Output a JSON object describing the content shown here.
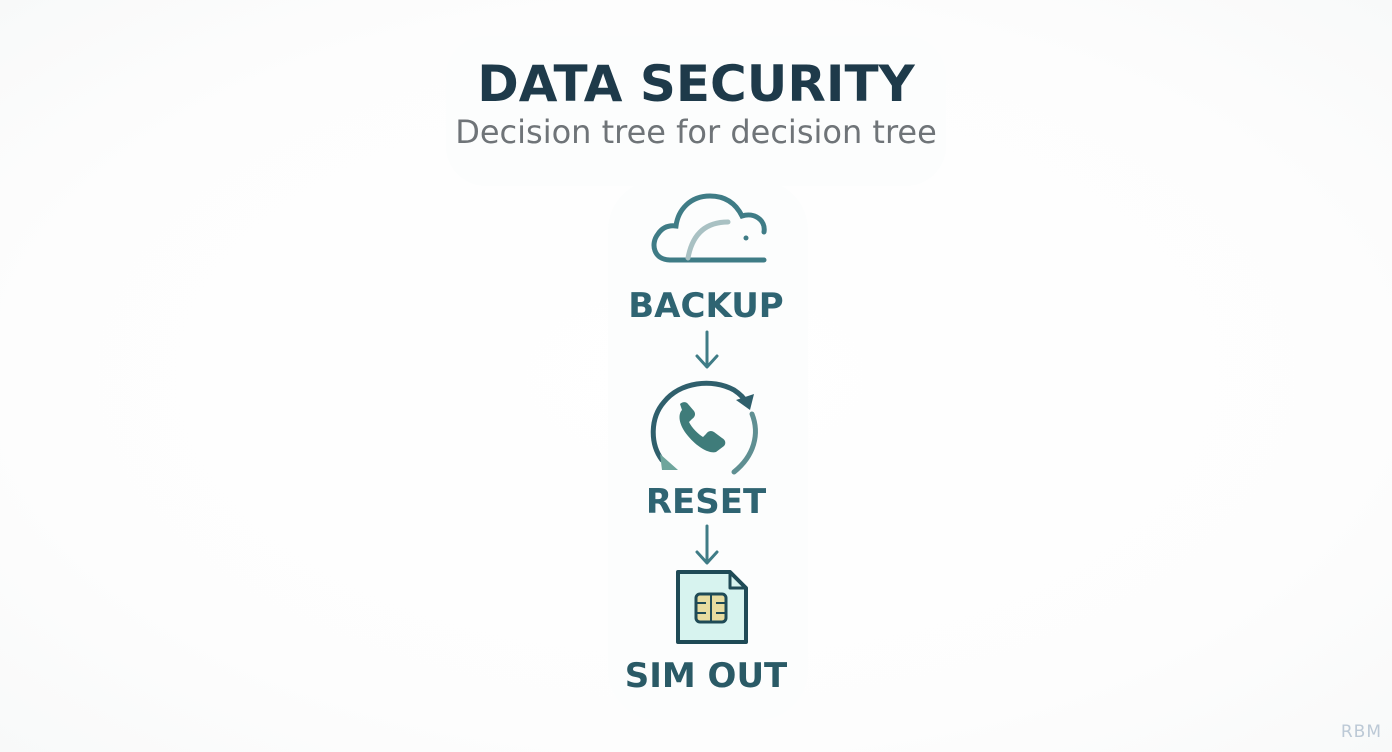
{
  "header": {
    "title": "DATA SECURITY",
    "subtitle": "Decision tree for decision tree"
  },
  "steps": [
    {
      "label": "BACKUP",
      "icon": "cloud-icon"
    },
    {
      "label": "RESET",
      "icon": "phone-reset-icon"
    },
    {
      "label": "SIM OUT",
      "icon": "sim-card-icon"
    }
  ],
  "watermark": "RBM",
  "colors": {
    "title": "#1e3a4a",
    "subtitle": "#6f7478",
    "accent": "#2f6472",
    "icon_light": "#a9c1c3",
    "sim_fill": "#d7f3ef",
    "chip": "#e8dca0"
  }
}
